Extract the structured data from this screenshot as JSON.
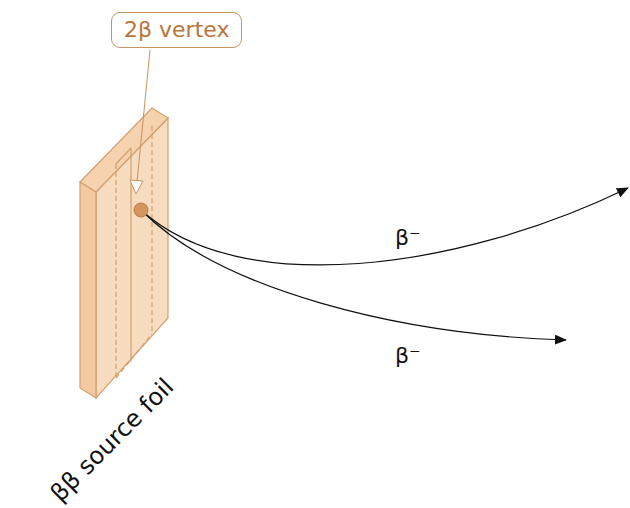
{
  "diagram": {
    "nodes": [
      {
        "text": [
          "2β vertex"
        ]
      }
    ],
    "labels": [
      "ββ source foil",
      "β⁻",
      "β⁻"
    ]
  }
}
